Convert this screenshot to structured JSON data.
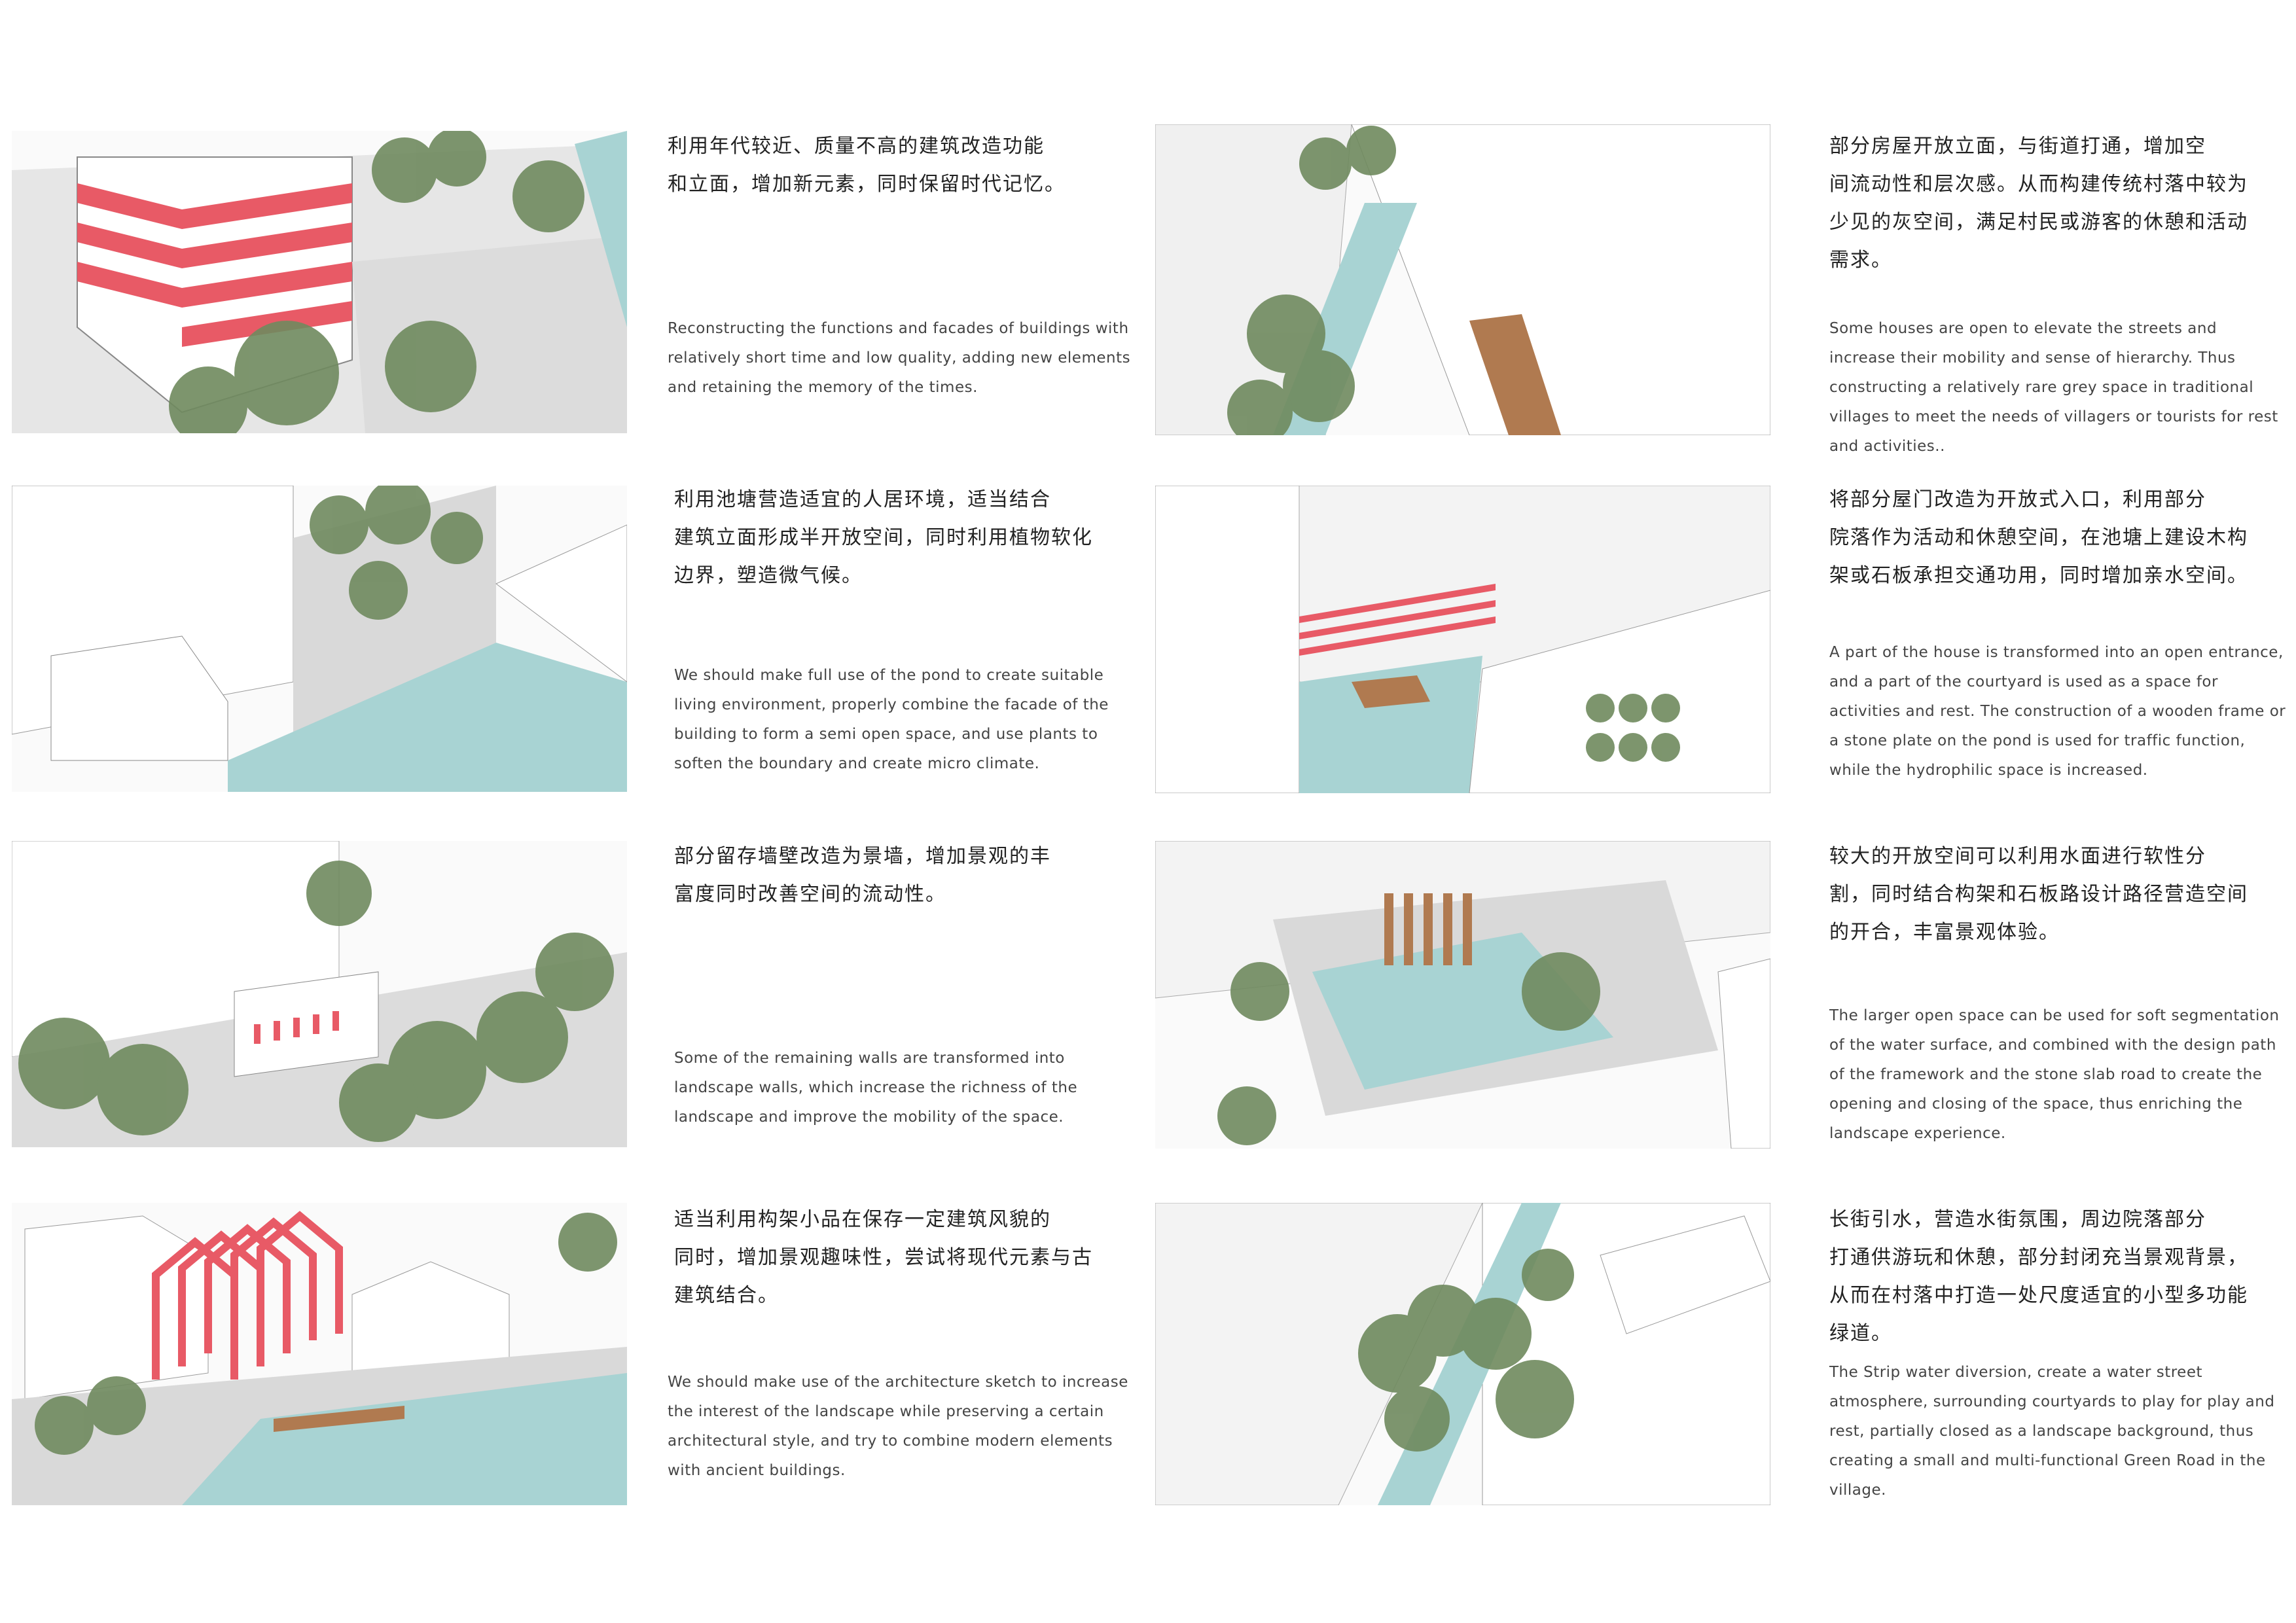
{
  "colors": {
    "water": "#a8d3d3",
    "tree": "#6f8a5e",
    "stripe_red": "#e85a66",
    "gravel": "#d9d9d9",
    "wood": "#b07a50",
    "line": "#9a9a9a"
  },
  "panels": [
    {
      "id": "p1",
      "illustration": "building-facade-with-red-stripes",
      "zh": "利用年代较近、质量不高的建筑改造功能\n和立面，增加新元素，同时保留时代记忆。",
      "en": "Reconstructing the functions and facades of buildings with relatively short time and low quality, adding new elements and retaining the memory of the times."
    },
    {
      "id": "p2",
      "illustration": "open-facade-grey-space-street",
      "zh": "部分房屋开放立面，与街道打通，增加空\n间流动性和层次感。从而构建传统村落中较为\n少见的灰空间，满足村民或游客的休憩和活动\n需求。",
      "en": "Some houses are open to elevate the streets and increase their mobility and sense of hierarchy. Thus constructing a relatively rare grey space in traditional villages to meet the needs of villagers or tourists for rest and activities.."
    },
    {
      "id": "p3",
      "illustration": "pond-semi-open-space",
      "zh": "利用池塘营造适宜的人居环境，适当结合\n建筑立面形成半开放空间，同时利用植物软化\n边界，塑造微气候。",
      "en": "We should make full use of the pond to create suitable living environment, properly combine the facade of the building to form a semi open space, and use plants to soften the boundary and create micro climate."
    },
    {
      "id": "p4",
      "illustration": "open-entrance-wooden-frame",
      "zh": "将部分屋门改造为开放式入口，利用部分\n院落作为活动和休憩空间，在池塘上建设木构\n架或石板承担交通功用，同时增加亲水空间。",
      "en": "A part of the house is transformed into an open entrance, and a part of the courtyard is used as a space for activities and rest. The construction of a wooden frame or a stone plate on the pond is used for traffic function, while the hydrophilic space is increased."
    },
    {
      "id": "p5",
      "illustration": "landscape-wall",
      "zh": "部分留存墙壁改造为景墙，增加景观的丰\n富度同时改善空间的流动性。",
      "en": "Some of the remaining walls are transformed into landscape walls, which increase the richness of the landscape and improve the mobility of the space."
    },
    {
      "id": "p6",
      "illustration": "water-surface-segmentation",
      "zh": "较大的开放空间可以利用水面进行软性分\n割，同时结合构架和石板路设计路径营造空间\n的开合，丰富景观体验。",
      "en": "The larger open space can be used for soft segmentation of the water surface, and combined with the design path of the framework and the stone slab road to create the opening and closing of the space, thus enriching the landscape experience."
    },
    {
      "id": "p7",
      "illustration": "frame-sketch-red-arches",
      "zh": "适当利用构架小品在保存一定建筑风貌的\n同时，增加景观趣味性，尝试将现代元素与古\n建筑结合。",
      "en": "We should make use of the architecture sketch to increase the interest of the landscape while preserving a certain architectural style, and try to combine modern elements with ancient buildings."
    },
    {
      "id": "p8",
      "illustration": "water-street-green-road",
      "zh": "长街引水，营造水街氛围，周边院落部分\n打通供游玩和休憩，部分封闭充当景观背景，\n从而在村落中打造一处尺度适宜的小型多功能\n绿道。",
      "en": "The Strip water diversion, create a water street atmosphere, surrounding courtyards to play for play and rest, partially closed as a landscape background, thus creating a small and multi-functional Green Road in the village."
    }
  ]
}
